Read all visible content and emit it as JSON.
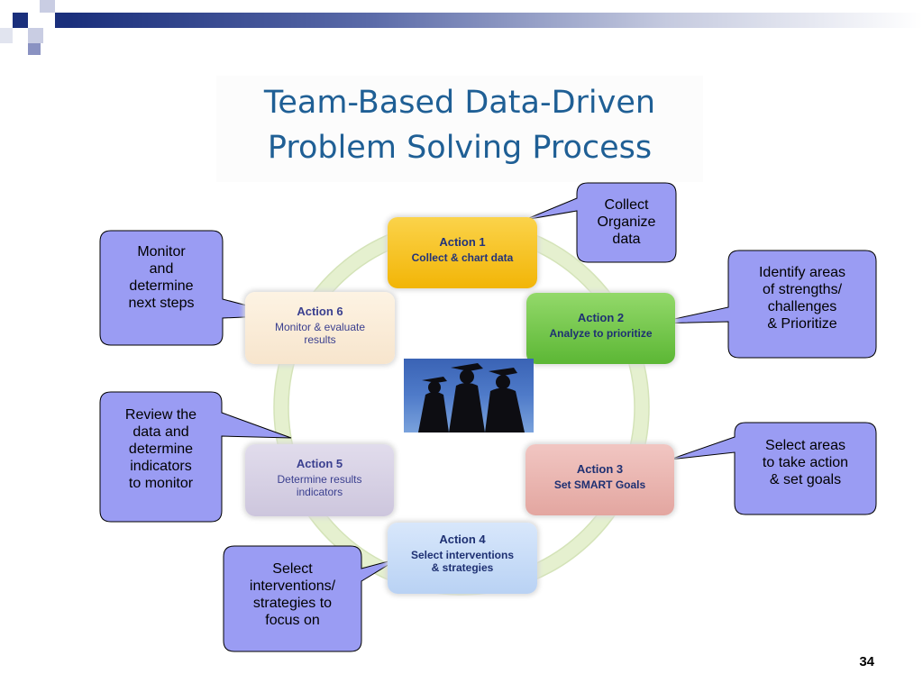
{
  "title": {
    "line1": "Team-Based Data-Driven",
    "line2": "Problem Solving Process"
  },
  "actions": [
    {
      "number": "Action 1",
      "label": "Collect & chart data",
      "color": "#f5bf1c"
    },
    {
      "number": "Action 2",
      "label": "Analyze to prioritize",
      "color": "#6cc43f"
    },
    {
      "number": "Action 3",
      "label": "Set SMART Goals",
      "color": "#e8b0aa"
    },
    {
      "number": "Action 4",
      "label": "Select interventions & strategies",
      "color": "#c6dbf7"
    },
    {
      "number": "Action 5",
      "label": "Determine results indicators",
      "color": "#d6d0e6"
    },
    {
      "number": "Action 6",
      "label": "Monitor & evaluate results",
      "color": "#fbeedb"
    }
  ],
  "callouts": {
    "collect": [
      "Collect",
      "Organize",
      "data"
    ],
    "identify": [
      "Identify areas",
      "of strengths/",
      "challenges",
      "& Prioritize"
    ],
    "select_areas": [
      "Select areas",
      "to take action",
      "& set goals"
    ],
    "select_interventions": [
      "Select",
      "interventions/",
      "strategies to",
      "focus on"
    ],
    "review": [
      "Review the",
      "data and",
      "determine",
      "indicators",
      "to monitor"
    ],
    "monitor": [
      "Monitor",
      "and",
      "determine",
      "next steps"
    ]
  },
  "callout_color": "#9a9cf3",
  "image": {
    "icon": "graduates-silhouette-icon"
  },
  "page_number": "34"
}
